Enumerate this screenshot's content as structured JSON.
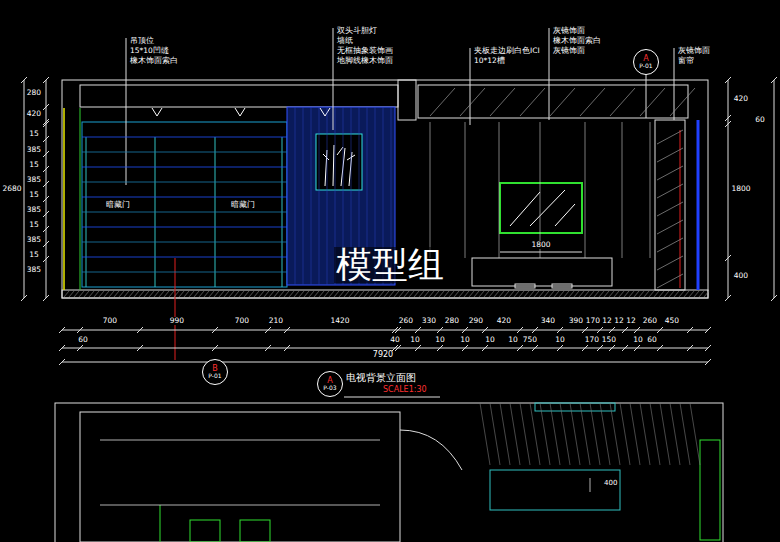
{
  "diagram": {
    "title": "电视背景立面图",
    "nodes": [
      {
        "text": [
          "A",
          "P-01"
        ]
      },
      {
        "text": [
          "B",
          "P-01"
        ]
      },
      {
        "text": [
          "A",
          "P-03"
        ]
      }
    ],
    "labels": [
      "吊顶位",
      "15*10凹缝",
      "橡木饰面索白",
      "双头斗胆灯",
      "墙纸",
      "无框抽象装饰画",
      "地脚线橡木饰面",
      "夹板走边刷白色ICI",
      "10*12槽",
      "灰镜饰面",
      "橡木饰面索白",
      "灰镜饰面",
      "灰镜饰面",
      "窗帘",
      "280",
      "420",
      "15",
      "385",
      "15",
      "385",
      "15",
      "385",
      "15",
      "385",
      "15",
      "385",
      "2680",
      "420",
      "60",
      "1800",
      "400",
      "700",
      "990",
      "700",
      "210",
      "1420",
      "260",
      "330",
      "280",
      "290",
      "420",
      "340",
      "390",
      "170",
      "12",
      "12",
      "12",
      "260",
      "450",
      "60",
      "40",
      "10",
      "10",
      "10",
      "10",
      "10",
      "750",
      "10",
      "170",
      "150",
      "10",
      "60",
      "7920",
      "1800",
      "暗藏门",
      "暗藏门",
      "SCALE1:30",
      "模型组",
      "400"
    ]
  }
}
